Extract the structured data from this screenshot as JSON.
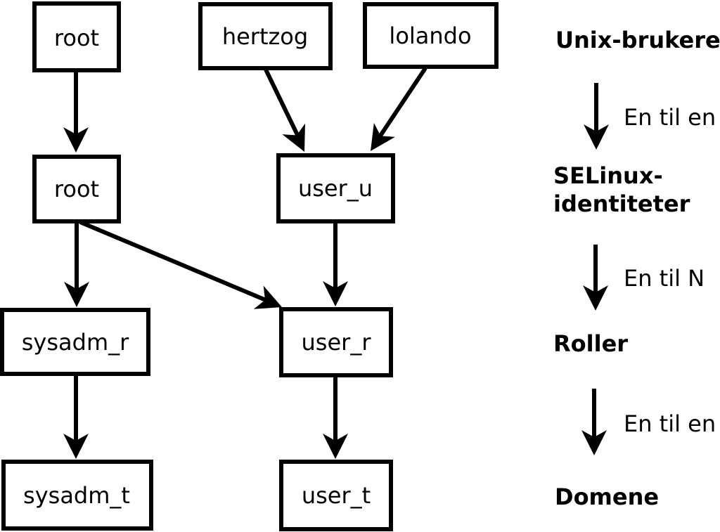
{
  "diagram": {
    "background_color": "#ffffff",
    "ink_color": "#000000",
    "nodes": {
      "unix_root": "root",
      "unix_hertzog": "hertzog",
      "unix_lolando": "lolando",
      "selinux_root": "root",
      "selinux_user_u": "user_u",
      "role_sysadm_r": "sysadm_r",
      "role_user_r": "user_r",
      "domain_sysadm_t": "sysadm_t",
      "domain_user_t": "user_t"
    },
    "legend": {
      "level_unix_users": "Unix-brukere",
      "relation_1": "En til en",
      "level_selinux_line1": "SELinux-",
      "level_selinux_line2": "identiteter",
      "relation_2": "En til N",
      "level_roles": "Roller",
      "relation_3": "En til en",
      "level_domains": "Domene"
    }
  }
}
